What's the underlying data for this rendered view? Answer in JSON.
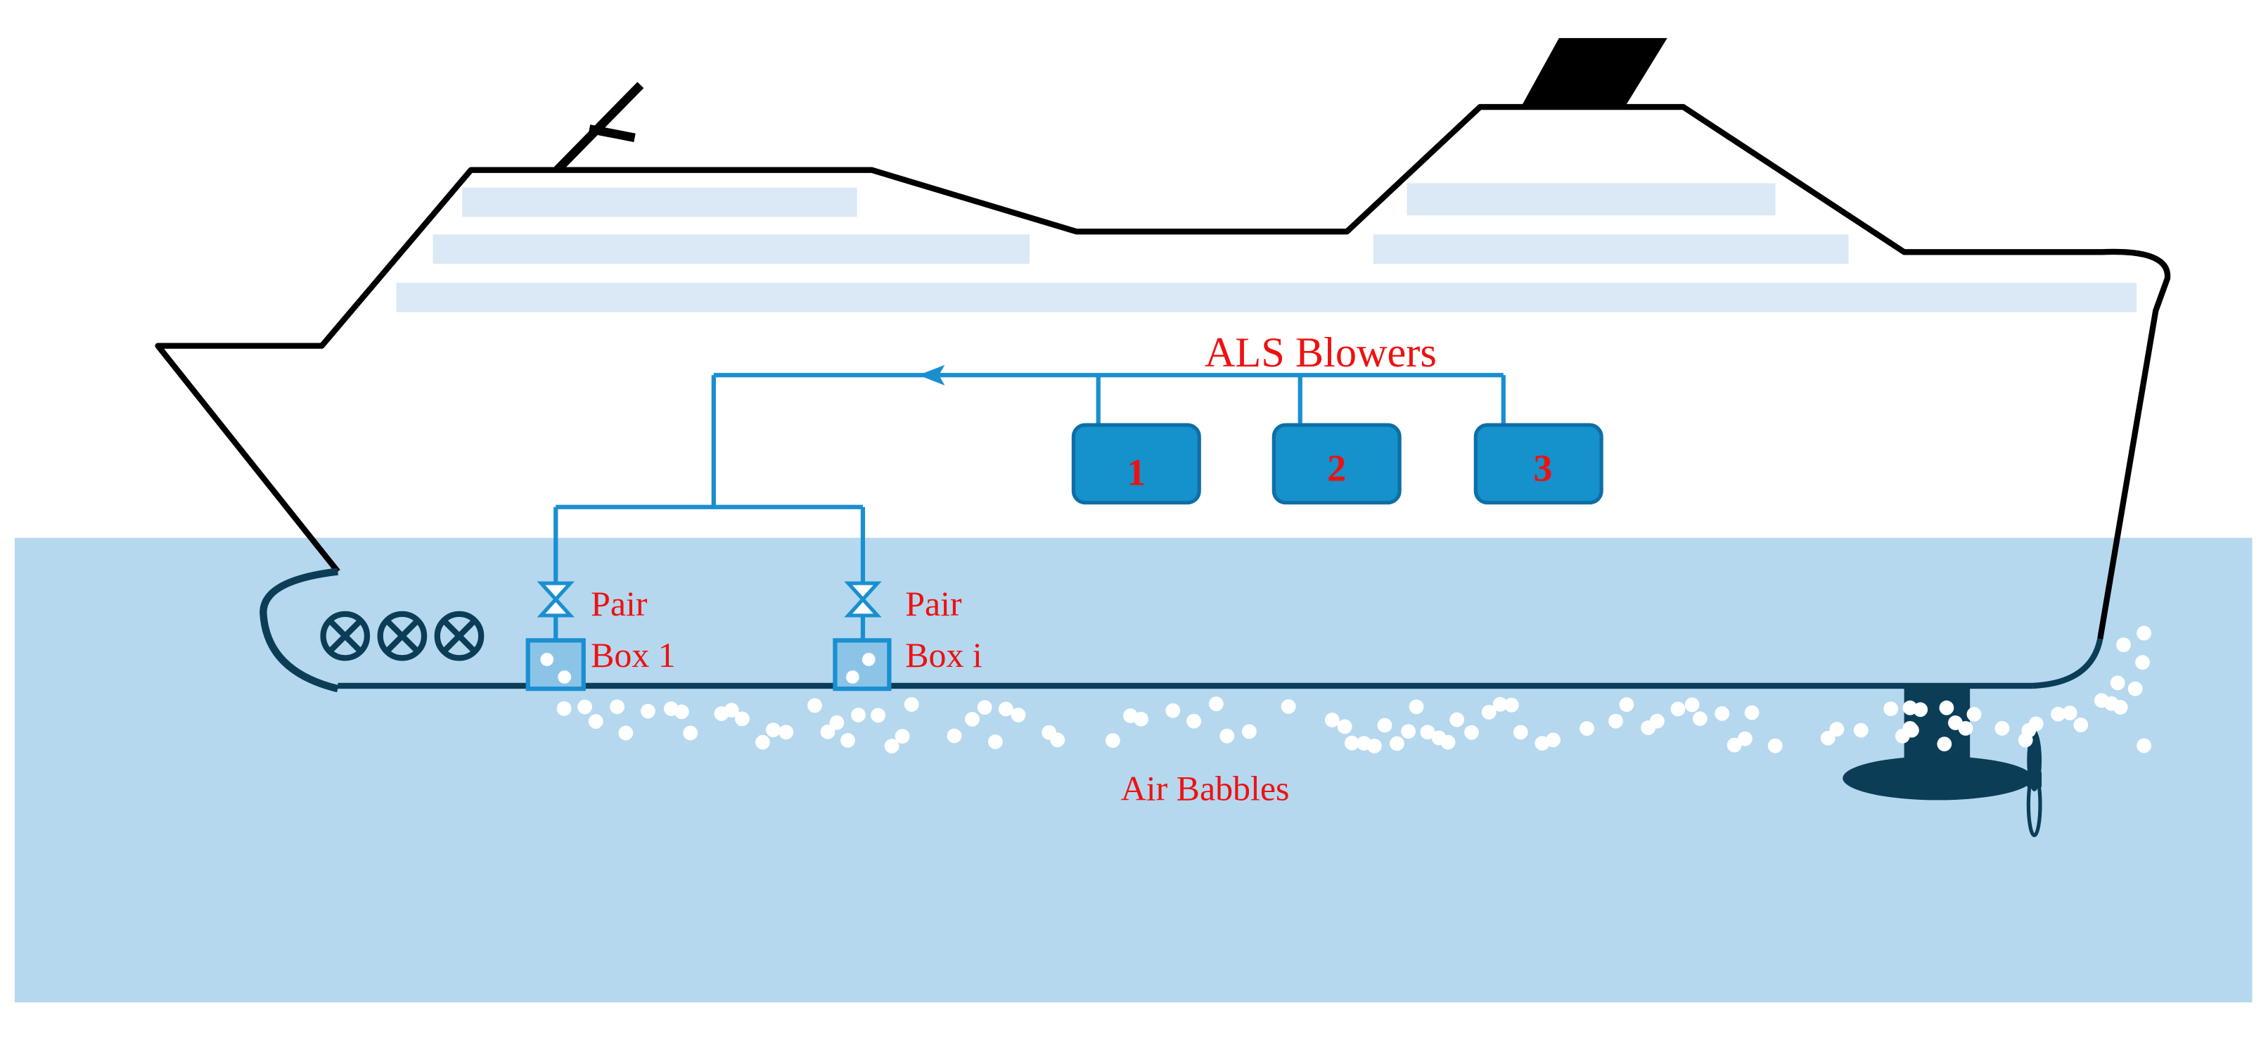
{
  "labels": {
    "blowers_title": "ALS Blowers",
    "pair_box_1_line1": "Pair",
    "pair_box_1_line2": "Box 1",
    "pair_box_i_line1": "Pair",
    "pair_box_i_line2": "Box i",
    "bubbles": "Air Babbles"
  },
  "blowers": [
    "1",
    "2",
    "3"
  ],
  "colors": {
    "water": "#b5d8ef",
    "hull_outline": "#000000",
    "window_band": "#dbe8f5",
    "pipe": "#1a8fd0",
    "blower_fill": "#1591cc",
    "blower_stroke": "#0d6fa5",
    "label": "#ee1111",
    "dark_equipment": "#0b3d57",
    "bubble": "#ffffff"
  },
  "icons": [
    "thruster-icon",
    "valve-icon",
    "propeller-icon",
    "rudder-pod-icon"
  ]
}
